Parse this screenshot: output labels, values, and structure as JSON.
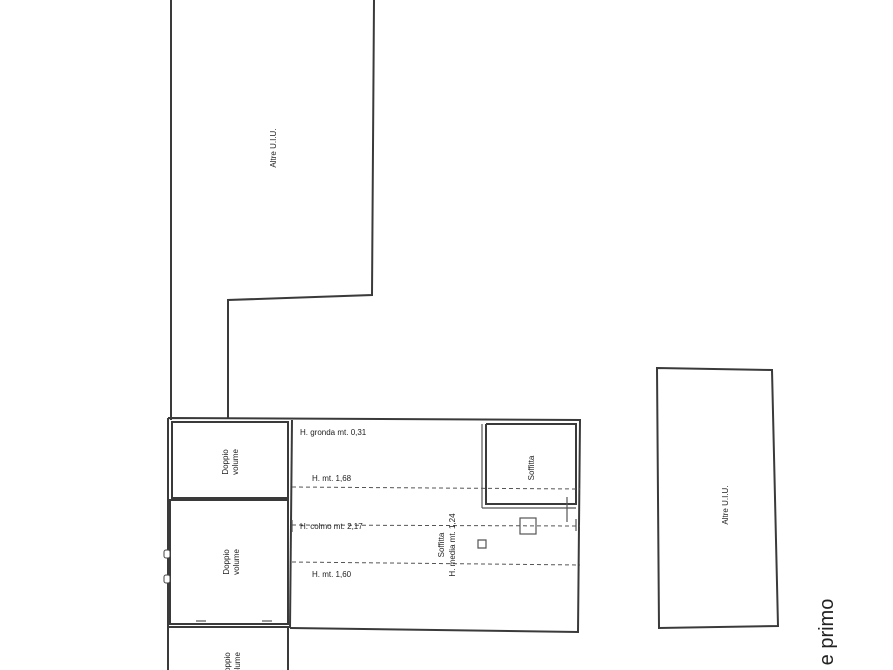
{
  "labels": {
    "altre_uiu_top": "Altre U.I.U.",
    "altre_uiu_right": "Altre U.I.U.",
    "doppio_volume_1_line1": "Doppio",
    "doppio_volume_1_line2": "volume",
    "doppio_volume_2_line1": "Doppio",
    "doppio_volume_2_line2": "volume",
    "doppio_volume_3_line1": "Doppio",
    "doppio_volume_3_line2": "volume",
    "h_gronda": "H. gronda mt. 0,31",
    "h_1_68": "H. mt. 1,68",
    "h_colmo": "H. colmo mt. 2,17",
    "h_1_60": "H. mt. 1,60",
    "soffitta_main": "Soffitta",
    "h_media": "H. media mt. 1,24",
    "soffitta_small": "Soffitta",
    "floor_title": "e primo"
  }
}
